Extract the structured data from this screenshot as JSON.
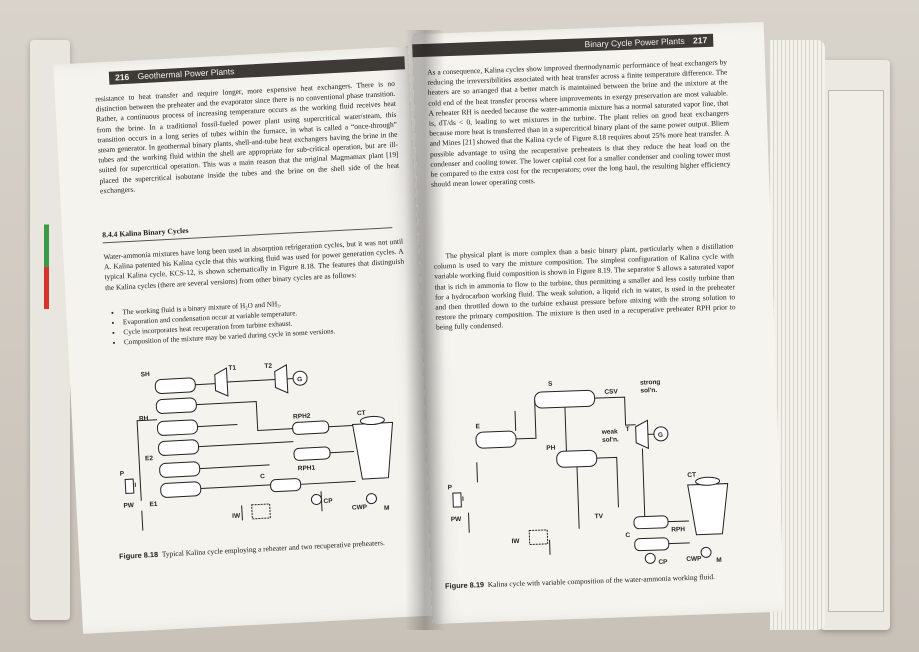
{
  "left_page": {
    "page_number": "216",
    "header_title": "Geothermal Power Plants",
    "paragraph_1": "resistance to heat transfer and require longer, more expensive heat exchangers. There is no distinction between the preheater and the evaporator since there is no conventional phase transition. Rather, a continuous process of increasing temperature occurs as the working fluid receives heat from the brine. In a traditional fossil-fueled power plant using supercritical water/steam, this transition occurs in a long series of tubes within the furnace, in what is called a “once-through” steam generator. In geothermal binary plants, shell-and-tube heat exchangers having the brine in the tubes and the working fluid within the shell are appropriate for sub-critical operation, but are ill-suited for supercritical operation. This was a main reason that the original Magmamax plant [19] placed the supercritical isobutane inside the tubes and the brine on the shell side of the heat exchangers.",
    "section_heading": "8.4.4 Kalina Binary Cycles",
    "paragraph_2": "Water-ammonia mixtures have long been used in absorption refrigeration cycles, but it was not until A. Kalina patented his Kalina cycle that this working fluid was used for power generation cycles. A typical Kalina cycle, KCS-12, is shown schematically in Figure 8.18. The features that distinguish the Kalina cycles (there are several versions) from other binary cycles are as follows:",
    "bullets": [
      "The working fluid is a binary mixture of H₂O and NH₃.",
      "Evaporation and condensation occur at variable temperature.",
      "Cycle incorporates heat recuperation from turbine exhaust.",
      "Composition of the mixture may be varied during cycle in some versions."
    ],
    "figure_labels": [
      "SH",
      "T1",
      "T2",
      "G",
      "RH",
      "P",
      "I",
      "PW",
      "E2",
      "RPH2",
      "CT",
      "RPH1",
      "E1",
      "C",
      "CWP",
      "M",
      "IW",
      "CP"
    ],
    "caption_label": "Figure 8.18",
    "caption_text": "Typical Kalina cycle employing a reheater and two recuperative preheaters."
  },
  "right_page": {
    "page_number": "217",
    "header_title": "Binary Cycle Power Plants",
    "paragraph_1": "As a consequence, Kalina cycles show improved thermodynamic performance of heat exchangers by reducing the irreversibilities associated with heat transfer across a finite temperature difference. The heaters are so arranged that a better match is maintained between the brine and the mixture at the cold end of the heat transfer process where improvements in exergy preservation are most valuable. A reheater RH is needed because the water-ammonia mixture has a normal saturated vapor line, that is, dT/ds < 0, leading to wet mixtures in the turbine. The plant relies on good heat exchangers because more heat is transferred than in a supercritical binary plant of the same power output. Bliem and Mines [21] showed that the Kalina cycle of Figure 8.18 requires about 25% more heat transfer. A possible advantage to using the recuperative preheaters is that they reduce the heat load on the condenser and cooling tower. The lower capital cost for a smaller condenser and cooling tower must be compared to the extra cost for the recuperators; over the long haul, the resulting higher efficiency should mean lower operating costs.",
    "paragraph_2": "The physical plant is more complex than a basic binary plant, particularly when a distillation column is used to vary the mixture composition. The simplest configuration of Kalina cycle with variable working fluid composition is shown in Figure 8.19. The separator S allows a saturated vapor that is rich in ammonia to flow to the turbine, thus permitting a smaller and less costly turbine than for a hydrocarbon working fluid. The weak solution, a liquid rich in water, is used in the preheater and then throttled down to the turbine exhaust pressure before mixing with the strong solution to restore the primary composition. The mixture is then used in a recuperative preheater RPH prior to being fully condensed.",
    "figure_labels": [
      "S",
      "CSV",
      "strong",
      "sol'n.",
      "E",
      "weak",
      "sol'n.",
      "T",
      "G",
      "PH",
      "P",
      "I",
      "PW",
      "CT",
      "TV",
      "RPH",
      "C",
      "IW",
      "CWP",
      "M",
      "CP"
    ],
    "caption_label": "Figure 8.19",
    "caption_text": "Kalina cycle with variable composition of the water-ammonia working fluid."
  }
}
